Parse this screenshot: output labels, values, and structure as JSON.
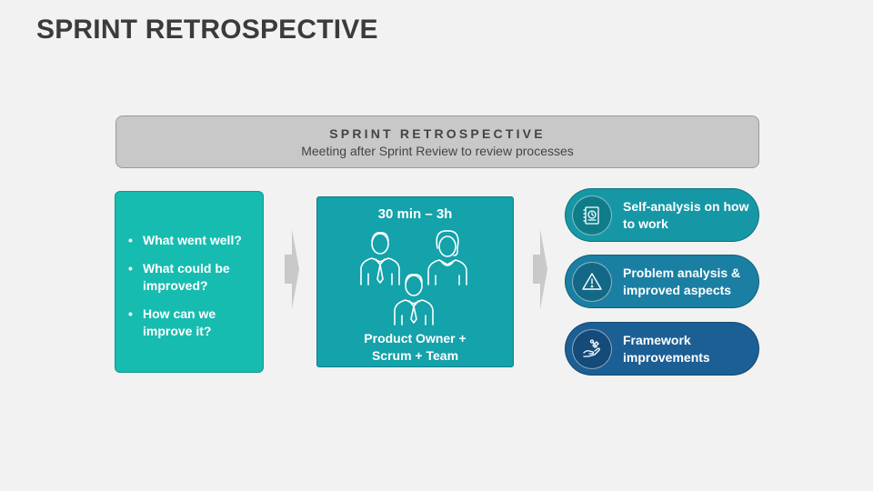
{
  "slide": {
    "title": "SPRINT RETROSPECTIVE"
  },
  "banner": {
    "title": "SPRINT RETROSPECTIVE",
    "subtitle": "Meeting after Sprint Review to review processes"
  },
  "questions": {
    "bullet": "•",
    "items": [
      "What went well?",
      "What could be improved?",
      "How can we improve it?"
    ]
  },
  "meeting": {
    "duration": "30 min – 3h",
    "roles_line1": "Product Owner +",
    "roles_line2": "Scrum + Team",
    "icon": "team-people-icon"
  },
  "outcomes": [
    {
      "label": "Self-analysis on how to work",
      "icon": "document-analysis-icon",
      "color": "#1697a6",
      "icon_bg": "#0f7c8a"
    },
    {
      "label": "Problem analysis & improved aspects",
      "icon": "warning-triangle-icon",
      "color": "#1a7fa3",
      "icon_bg": "#136886"
    },
    {
      "label": "Framework improvements",
      "icon": "hand-tools-icon",
      "color": "#1b5f95",
      "icon_bg": "#144b78"
    }
  ],
  "colors": {
    "teal_box": "#17bcb0",
    "center_box": "#14a2ab",
    "banner": "#c8c8c8",
    "arrow": "#c9c9c9"
  }
}
